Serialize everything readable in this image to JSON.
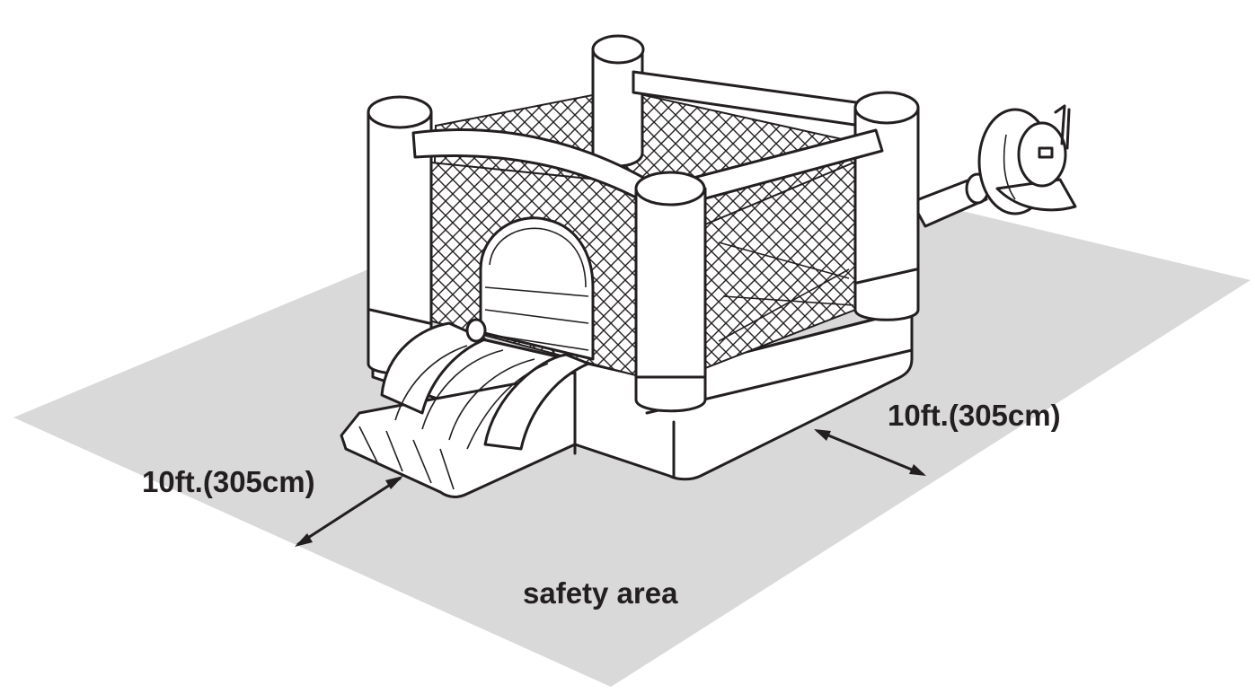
{
  "labels": {
    "left_dimension": "10ft.(305cm)",
    "right_dimension": "10ft.(305cm)",
    "area_caption": "safety area"
  },
  "colors": {
    "safety_area": "#d9d9d9",
    "line": "#231f20",
    "text": "#231f20"
  }
}
